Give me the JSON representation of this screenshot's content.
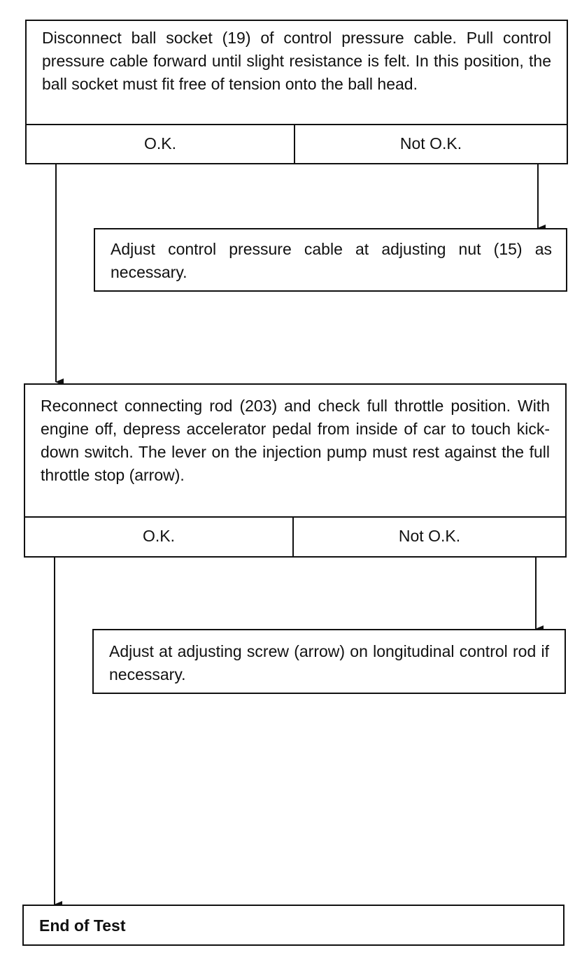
{
  "steps": [
    {
      "text": "Disconnect ball socket (19) of control pressure cable. Pull control pressure cable forward until slight resistance is felt. In this position, the ball socket must fit free of tension onto the ball head.",
      "ok_label": "O.K.",
      "not_ok_label": "Not O.K.",
      "fix_text": "Adjust control pressure cable at adjusting nut (15) as necessary."
    },
    {
      "text": "Reconnect connecting rod (203) and check full throttle position. With engine off, depress accelerator pedal from inside of car to touch kick-down switch. The lever on the injection pump must rest against the full throttle stop (arrow).",
      "ok_label": "O.K.",
      "not_ok_label": "Not O.K.",
      "fix_text": "Adjust at adjusting screw (arrow) on longitudinal control rod if necessary."
    }
  ],
  "end_label": "End of Test"
}
